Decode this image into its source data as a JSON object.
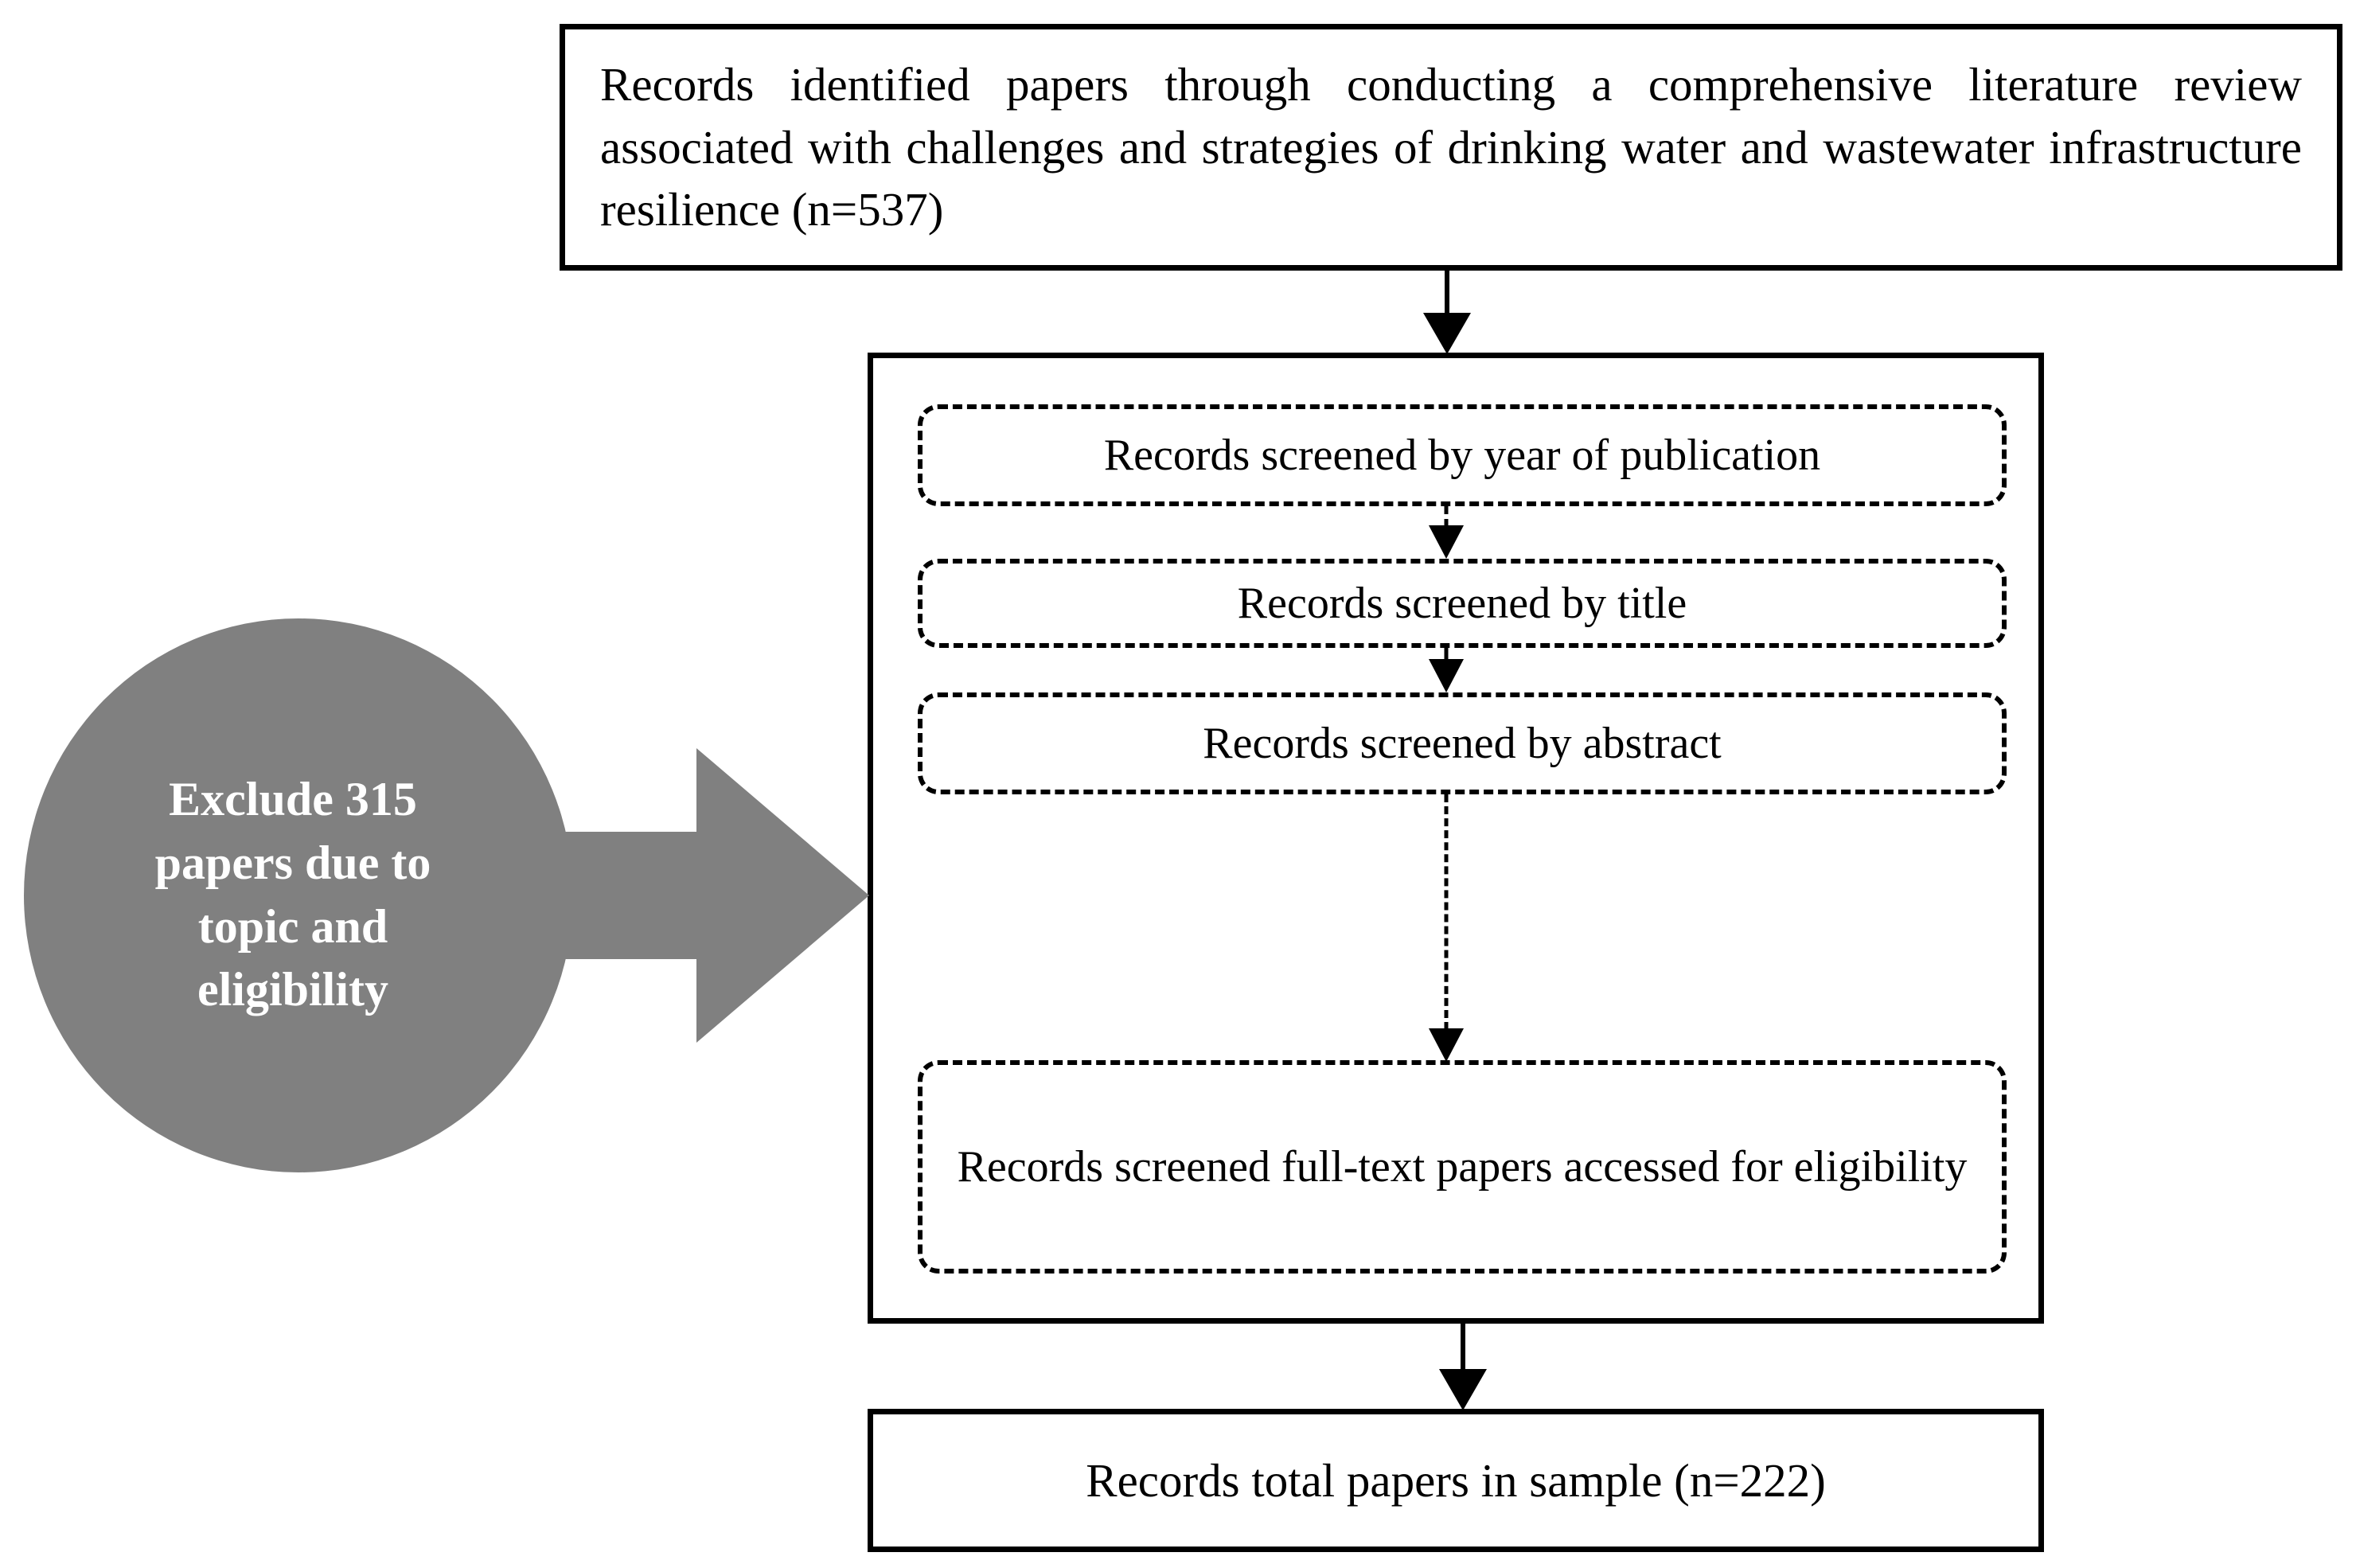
{
  "diagram": {
    "title": "PRISMA-style literature screening flowchart",
    "colors": {
      "line": "#000000",
      "box_fill": "#ffffff",
      "callout_fill": "#808080",
      "callout_text": "#ffffff"
    },
    "identified": {
      "label": "Records identified papers through conducting a comprehensive literature review associated with challenges and strategies of drinking water and wastewater infrastructure resilience (n=537)",
      "count": 537
    },
    "screening": {
      "steps": [
        {
          "label": "Records screened by year of publication"
        },
        {
          "label": "Records screened by title"
        },
        {
          "label": "Records screened by abstract"
        },
        {
          "label": "Records screened full-text papers accessed for eligibility"
        }
      ]
    },
    "exclusion": {
      "label": "Exclude 315\npapers due to\ntopic and\neligibility",
      "count": 315
    },
    "total": {
      "label": "Records total papers in sample (n=222)",
      "count": 222
    }
  }
}
